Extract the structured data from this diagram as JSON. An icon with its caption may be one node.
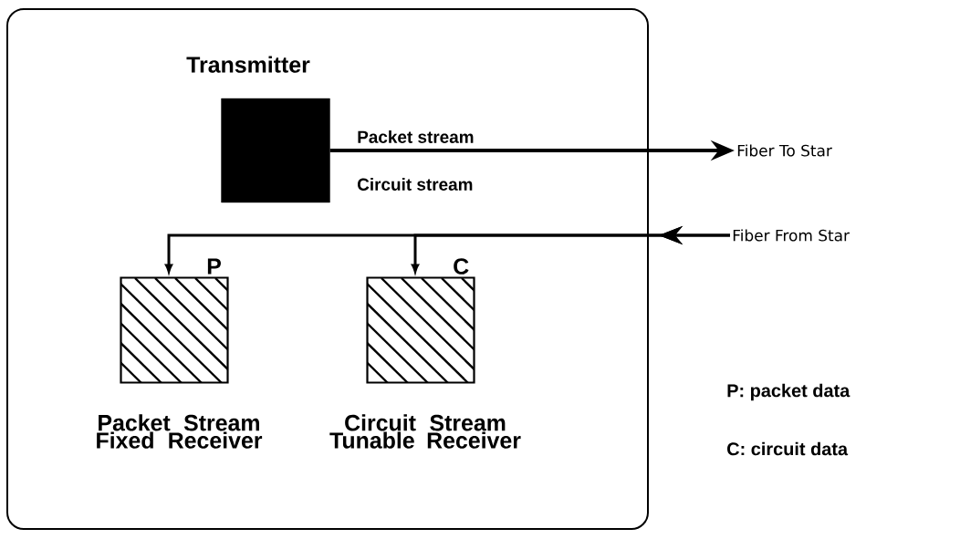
{
  "diagram": {
    "nodes": [
      {
        "text": [],
        "shape": "box"
      },
      {
        "text": [
          "Transmitter"
        ],
        "in": 0
      },
      {
        "text": [
          "Fiber To Star"
        ]
      },
      {
        "text": [
          "Fiber From Star"
        ]
      },
      {
        "text": [
          "Packet Stream Fixed Receiver"
        ],
        "in": 0
      },
      {
        "text": [
          "Circuit Stream Tunable Receiver"
        ],
        "in": 0
      }
    ],
    "edges": [
      {
        "from": 1,
        "to": 2,
        "arrow": "to",
        "label": "Packet stream"
      },
      {
        "from": 3,
        "to": 4,
        "arrow": "to",
        "label": "P"
      },
      {
        "from": 3,
        "to": 5,
        "arrow": "to",
        "label": "C"
      }
    ],
    "labels": [
      "Circuit stream",
      "P: packet data",
      "C: circuit data"
    ]
  }
}
